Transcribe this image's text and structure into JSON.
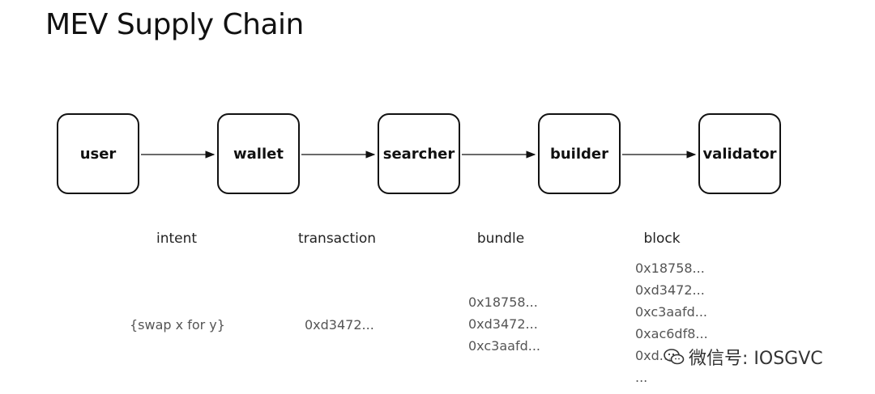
{
  "title": "MEV Supply Chain",
  "nodes": [
    "user",
    "wallet",
    "searcher",
    "builder",
    "validator"
  ],
  "stages": [
    "intent",
    "transaction",
    "bundle",
    "block"
  ],
  "intent_values": [
    "{swap x for y}"
  ],
  "transaction_values": [
    "0xd3472..."
  ],
  "bundle_values": [
    "0x18758...",
    "0xd3472...",
    "0xc3aafd..."
  ],
  "block_values": [
    "0x18758...",
    "0xd3472...",
    "0xc3aafd...",
    "0xac6df8...",
    "0xd...",
    "..."
  ],
  "watermark": {
    "icon": "wechat-icon",
    "text": "微信号: IOSGVC"
  }
}
